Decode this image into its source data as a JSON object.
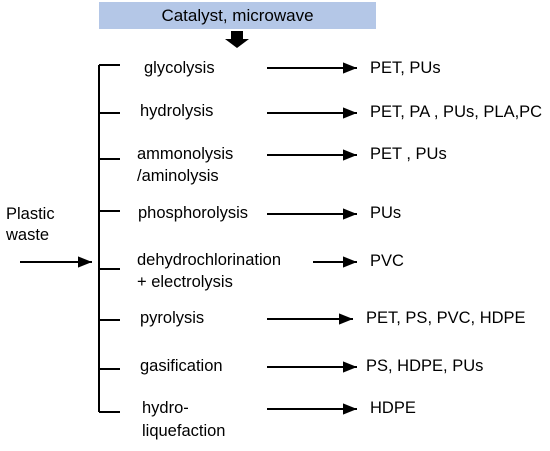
{
  "banner": {
    "label": "Catalyst, microwave"
  },
  "input": {
    "label_line1": "Plastic",
    "label_line2": "waste"
  },
  "processes": [
    {
      "line1": "glycolysis",
      "line2": "",
      "products": "PET, PUs"
    },
    {
      "line1": "hydrolysis",
      "line2": "",
      "products": "PET, PA , PUs, PLA,PC"
    },
    {
      "line1": "ammonolysis",
      "line2": "/aminolysis",
      "products": "PET , PUs"
    },
    {
      "line1": "phosphorolysis",
      "line2": "",
      "products": "PUs"
    },
    {
      "line1": "dehydrochlorination",
      "line2": "+ electrolysis",
      "products": "PVC"
    },
    {
      "line1": "pyrolysis",
      "line2": "",
      "products": "PET, PS, PVC, HDPE"
    },
    {
      "line1": "gasification",
      "line2": "",
      "products": "PS, HDPE, PUs"
    },
    {
      "line1": "hydro-",
      "line2": "liquefaction",
      "products": "HDPE"
    }
  ]
}
